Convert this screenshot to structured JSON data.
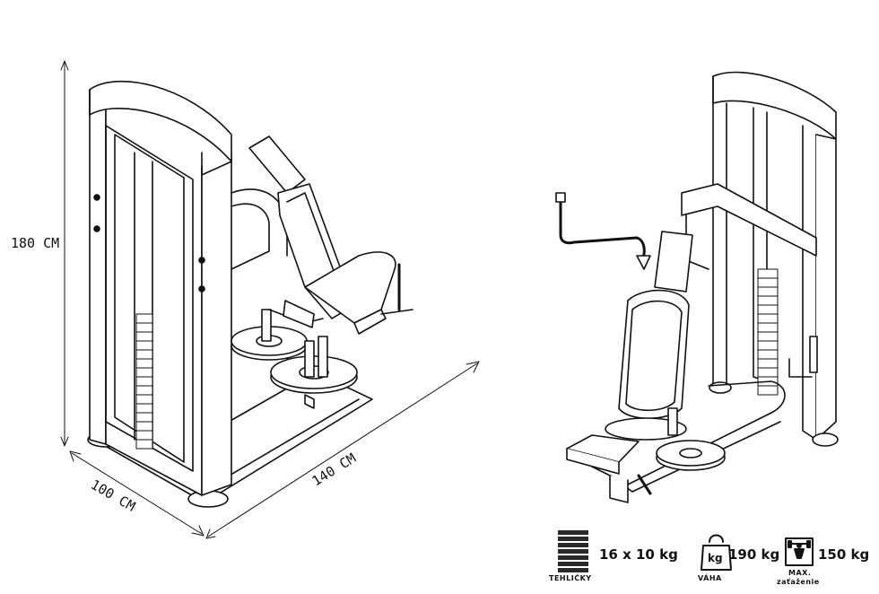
{
  "dimensions": {
    "height": "180 CM",
    "width": "100 CM",
    "length": "140 CM"
  },
  "specs": {
    "plates": {
      "value": "16 x 10 kg",
      "caption": "TEHLIČKY",
      "icon": "weight-stack-icon"
    },
    "weight": {
      "value": "190 kg",
      "caption": "VÁHA",
      "badge": "kg",
      "icon": "kettlebell-icon"
    },
    "max_load": {
      "value": "150 kg",
      "caption_top": "MAX.",
      "caption_bottom": "zaťaženie",
      "icon": "max-load-icon"
    }
  },
  "colors": {
    "line": "#111111",
    "fill": "#ffffff",
    "stack": "#2a2a2a"
  }
}
